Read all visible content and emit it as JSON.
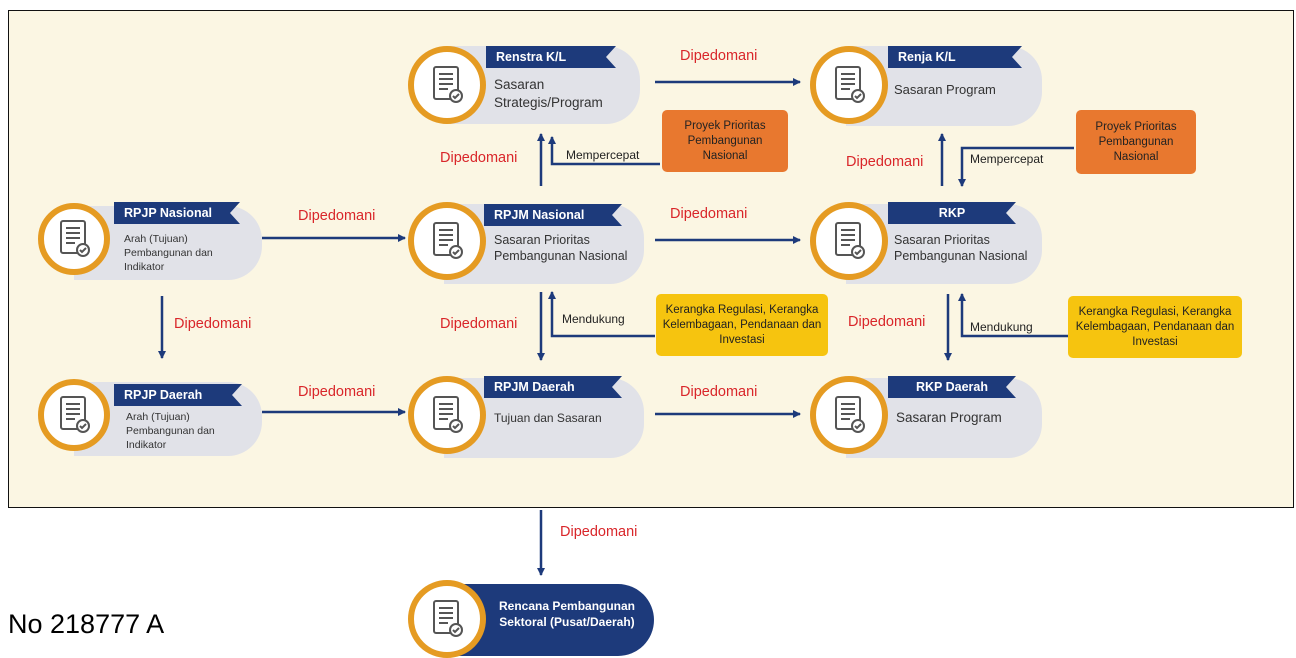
{
  "colors": {
    "blue": "#1d3a7b",
    "orange_ring": "#e59b22",
    "red_label": "#d9262a",
    "orange_note": "#e8782f",
    "yellow_note": "#f6c40f",
    "background": "#fbf6e3"
  },
  "icon": "document-check-icon",
  "nodes": {
    "rpjp_nasional": {
      "title": "RPJP Nasional",
      "desc": "Arah (Tujuan) Pembangunan dan Indikator"
    },
    "rpjp_daerah": {
      "title": "RPJP Daerah",
      "desc": "Arah (Tujuan) Pembangunan dan Indikator"
    },
    "renstra": {
      "title": "Renstra K/L",
      "desc": "Sasaran Strategis/Program"
    },
    "rpjm_nasional": {
      "title": "RPJM Nasional",
      "desc": "Sasaran Prioritas Pembangunan Nasional"
    },
    "rpjm_daerah": {
      "title": "RPJM Daerah",
      "desc": "Tujuan dan Sasaran"
    },
    "renja": {
      "title": "Renja K/L",
      "desc": "Sasaran Program"
    },
    "rkp": {
      "title": "RKP",
      "desc": "Sasaran Prioritas Pembangunan Nasional"
    },
    "rkp_daerah": {
      "title": "RKP Daerah",
      "desc": "Sasaran Program"
    },
    "sektoral": {
      "desc": "Rencana Pembangunan Sektoral (Pusat/Daerah)"
    }
  },
  "edge_labels": {
    "dipedomani": "Dipedomani",
    "mempercepat": "Mempercepat",
    "mendukung": "Mendukung"
  },
  "notes": {
    "proyek": "Proyek Prioritas Pembangunan Nasional",
    "kerangka": "Kerangka Regulasi, Kerangka Kelembagaan, Pendanaan dan Investasi"
  },
  "caption": "No 218777 A"
}
